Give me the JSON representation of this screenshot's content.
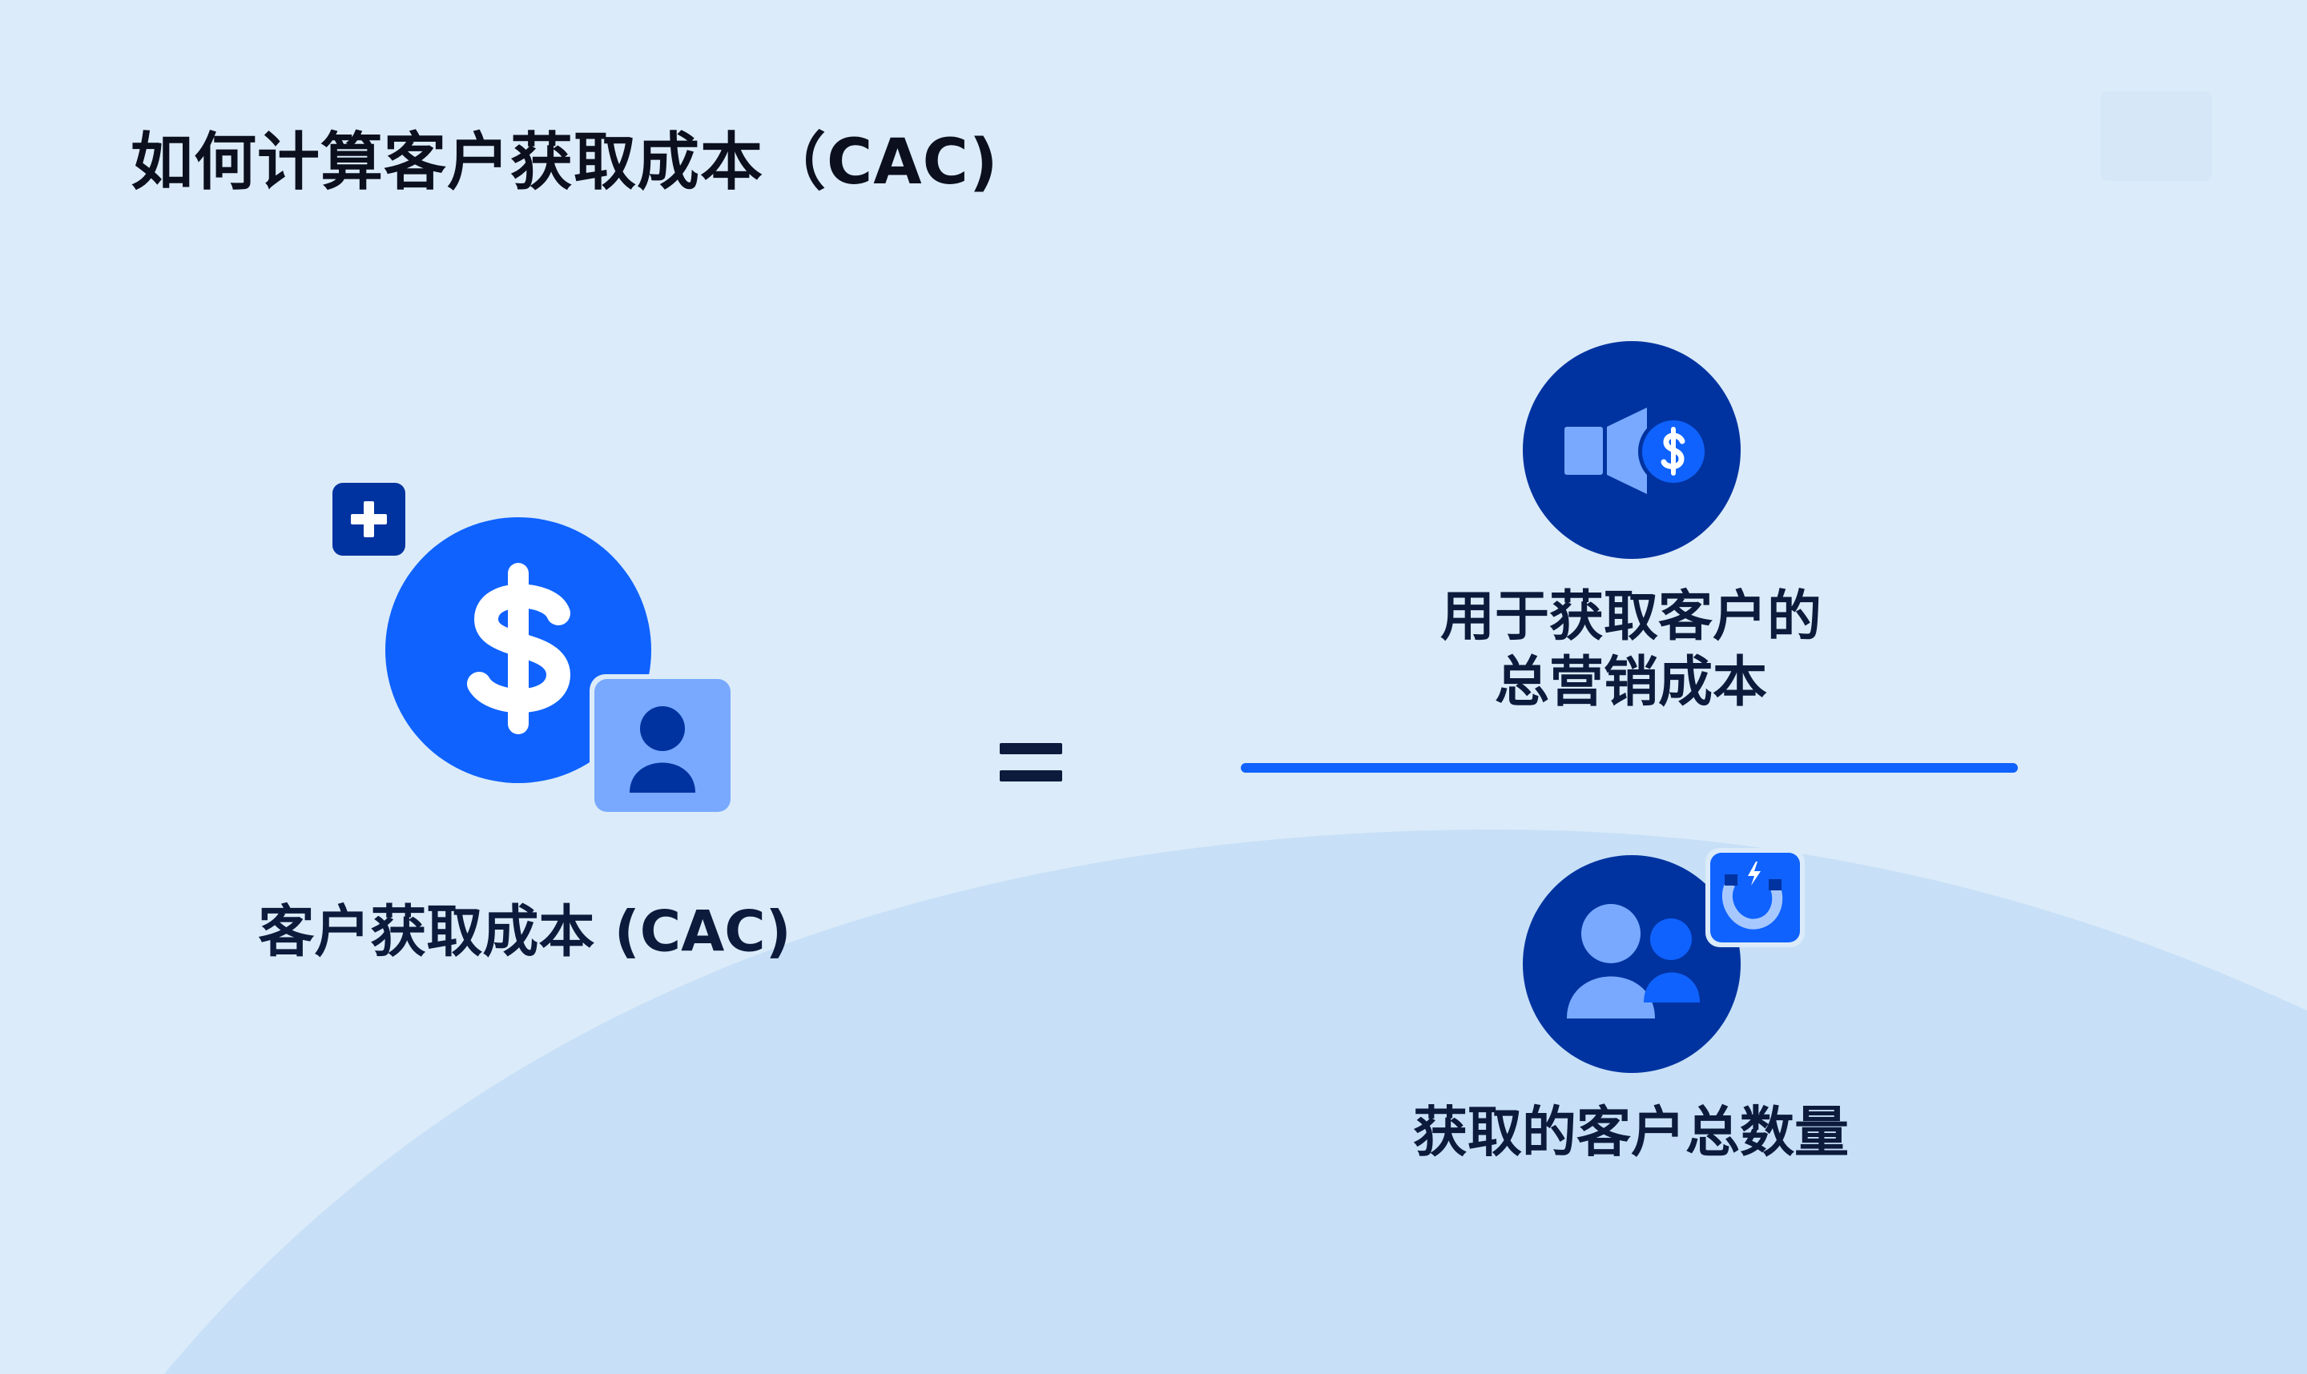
{
  "page": {
    "title": "如何计算客户获取成本（CAC)"
  },
  "formula": {
    "result_label": "客户获取成本 (CAC)",
    "numerator_line1": "用于获取客户的",
    "numerator_line2": "总营销成本",
    "denominator_label": "获取的客户总数量"
  },
  "icons": {
    "result": [
      "plus-icon",
      "dollar-icon",
      "user-icon"
    ],
    "numerator": [
      "megaphone-icon",
      "dollar-icon"
    ],
    "denominator": [
      "users-icon",
      "magnet-icon"
    ],
    "operator": "equals-icon"
  },
  "colors": {
    "background": "#dbebf9",
    "background_wave": "#c7e0f7",
    "primary_blue": "#0f62fe",
    "dark_navy": "#0033a0",
    "light_blue": "#78a9ff",
    "text_dark": "#0c1a3c"
  }
}
